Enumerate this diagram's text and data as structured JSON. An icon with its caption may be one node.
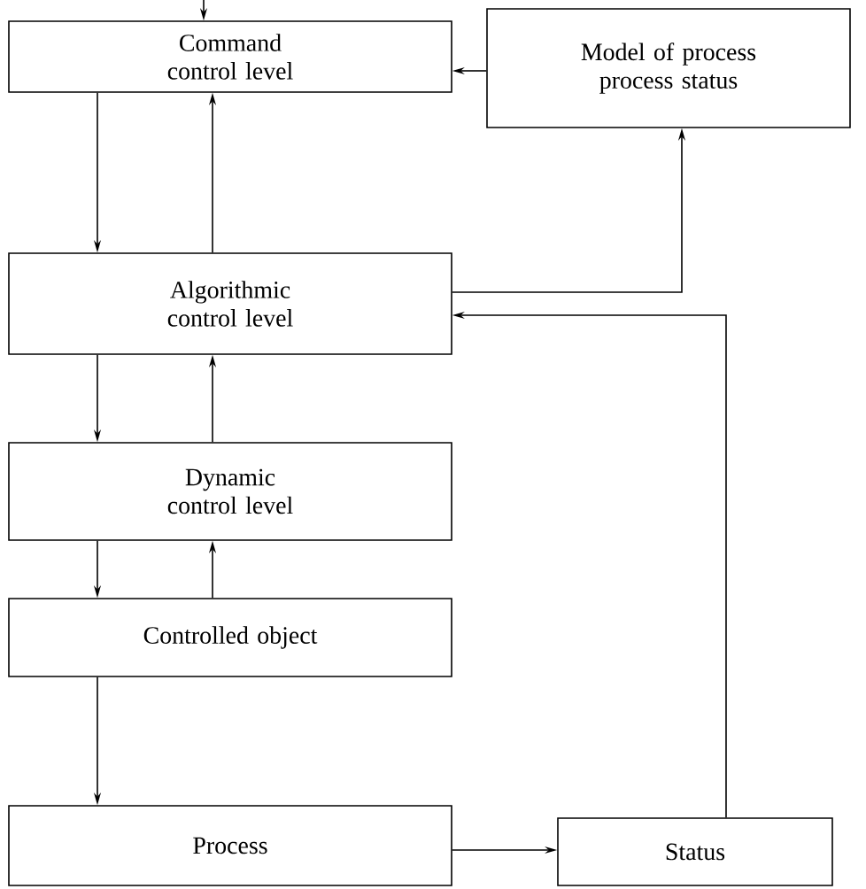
{
  "diagram": {
    "nodes": [
      {
        "text": [
          "Command control level"
        ]
      },
      {
        "text": [
          "Model of process process status"
        ]
      },
      {
        "text": [
          "Algorithmic control level"
        ]
      },
      {
        "text": [
          "Dynamic control level"
        ]
      },
      {
        "text": [
          "Controlled object"
        ]
      },
      {
        "text": [
          "Process"
        ]
      },
      {
        "text": [
          "Status"
        ]
      }
    ],
    "edges": [
      {
        "from": null,
        "to": 0,
        "arrow": "to"
      },
      {
        "from": 1,
        "to": 0,
        "arrow": "to"
      },
      {
        "from": 0,
        "to": 2,
        "arrow": "to"
      },
      {
        "from": 2,
        "to": 0,
        "arrow": "to"
      },
      {
        "from": 2,
        "to": 1,
        "arrow": "to"
      },
      {
        "from": 6,
        "to": 2,
        "arrow": "to"
      },
      {
        "from": 2,
        "to": 3,
        "arrow": "to"
      },
      {
        "from": 3,
        "to": 2,
        "arrow": "to"
      },
      {
        "from": 3,
        "to": 4,
        "arrow": "to"
      },
      {
        "from": 4,
        "to": 3,
        "arrow": "to"
      },
      {
        "from": 4,
        "to": 5,
        "arrow": "to"
      },
      {
        "from": 5,
        "to": 6,
        "arrow": "to"
      }
    ]
  }
}
